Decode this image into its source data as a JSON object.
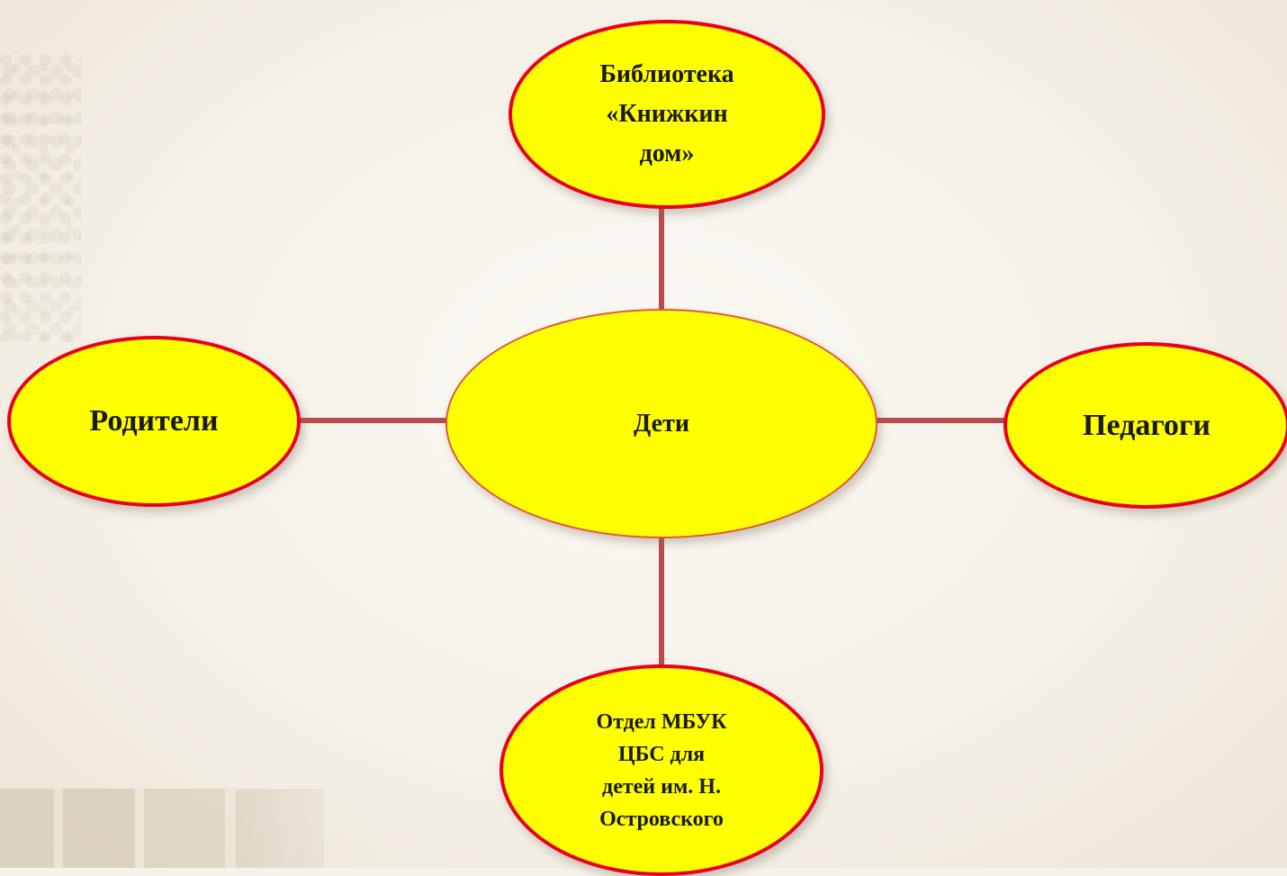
{
  "diagram": {
    "center": {
      "label": "Дети"
    },
    "nodes": [
      {
        "id": "library",
        "label": "Библиотека\n«Книжкин\nдом»"
      },
      {
        "id": "parents",
        "label": "Родители"
      },
      {
        "id": "teachers",
        "label": "Педагоги"
      },
      {
        "id": "department",
        "label": "Отдел  МБУК\nЦБС  для\nдетей им. Н.\nОстровского"
      }
    ],
    "colors": {
      "node_fill": "#ffff00",
      "node_border": "#e8001c",
      "connector": "#b84c4c"
    }
  }
}
